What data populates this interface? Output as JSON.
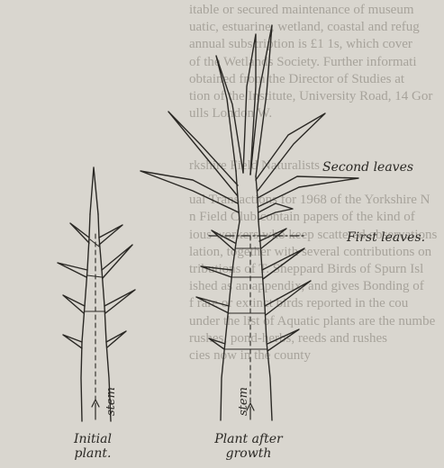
{
  "background_text": [
    "itable or secured maintenance of museum",
    "uatic, estuarine, wetland, coastal and refug",
    "annual subscription is £1 1s, which cover",
    "of the Wetlands Society. Further informati",
    "obtained from the Director of Studies at",
    "tion of the Institute, University Road, 14 Gor",
    "ulls London W.",
    "",
    "",
    "rkshire Field Naturalists",
    "",
    "ual Transactions for 1968 of the Yorkshire N",
    "n Field Club contain papers of the kind of",
    "ious workers who keep scattered observations",
    "lation, together with several contributions on",
    "tributions of T. Sheppard Birds of Spurn Isl",
    "ished as an appendix, and gives Bonding of",
    "f rare or extinct birds reported in the cou",
    "under the list of Aquatic plants are the numbe",
    "rushes, pond-herbs, reeds and rushes",
    "cies now in the county",
    "",
    "",
    "",
    "",
    ""
  ],
  "labels": {
    "second_leaves": "Second leaves",
    "first_leaves": "First leaves.",
    "stem_left": "stem",
    "stem_right": "stem",
    "caption_left_line1": "Initial",
    "caption_left_line2": "plant.",
    "caption_right_line1": "Plant after",
    "caption_right_line2": "growth"
  },
  "colors": {
    "paper": "#d9d6cf",
    "ink": "#2a2824",
    "bleed_text": "#a7a39b"
  }
}
